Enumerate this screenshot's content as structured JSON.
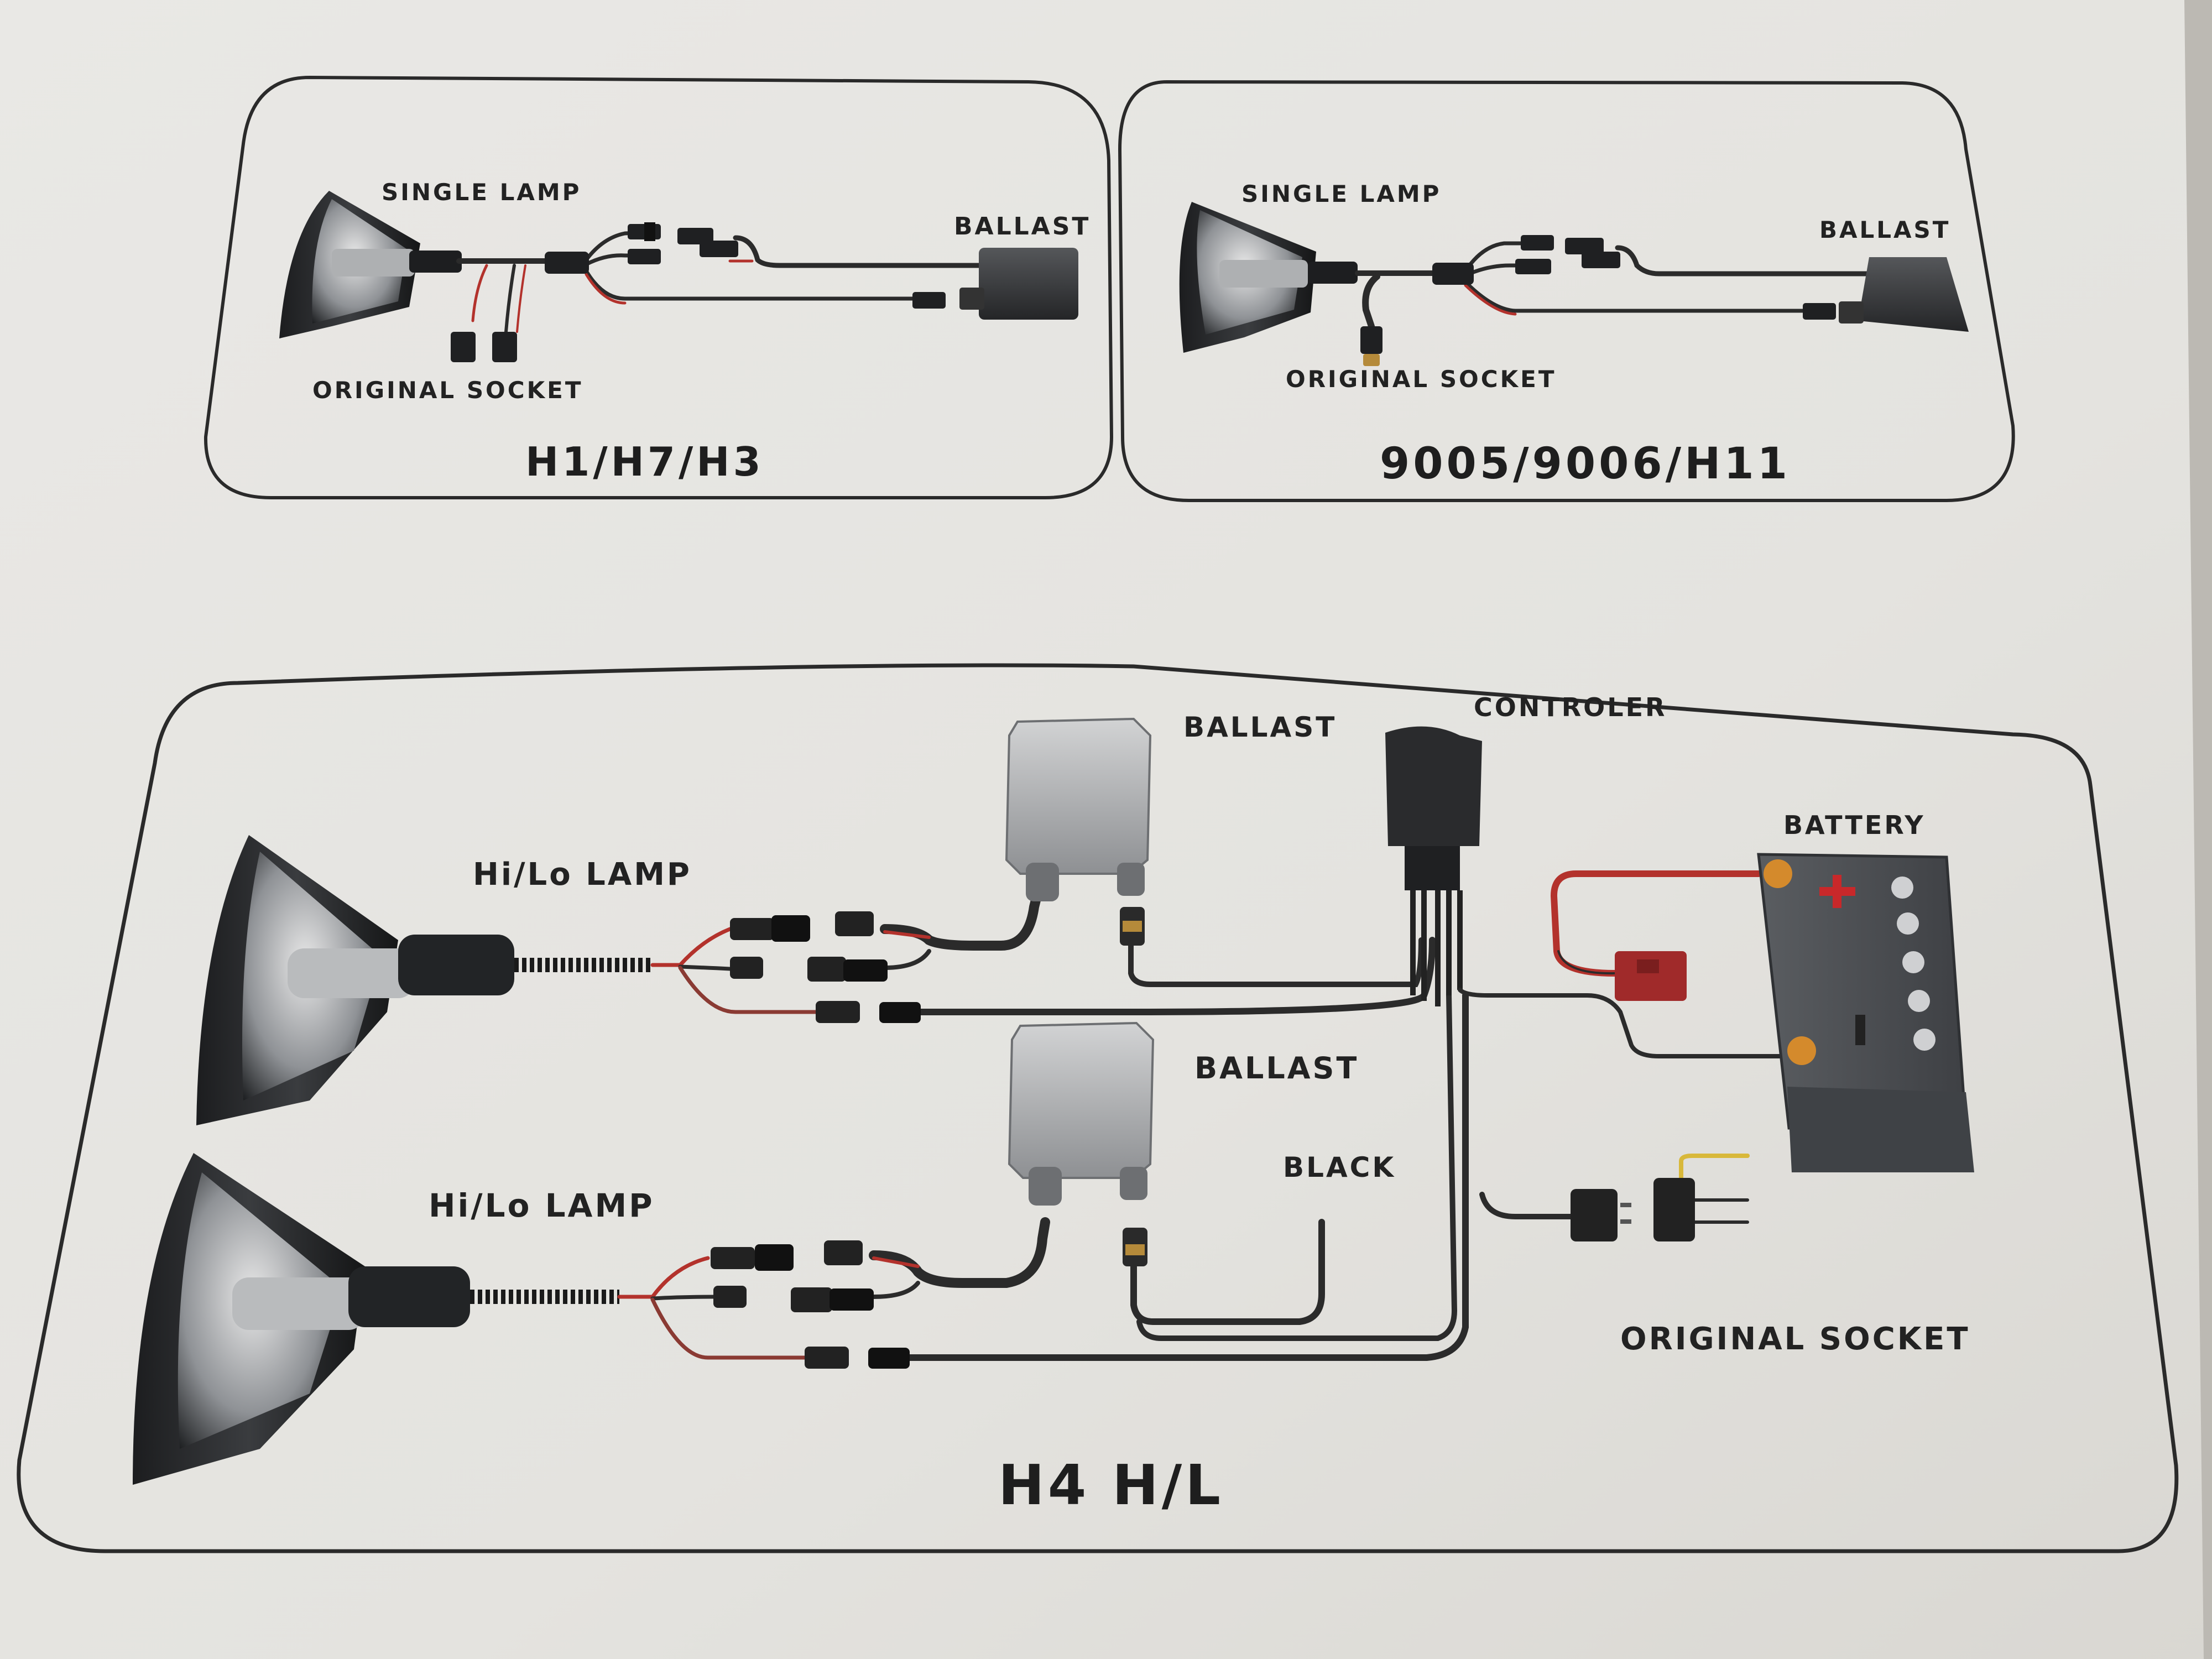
{
  "panels": {
    "top_left": {
      "lamp_label": "SINGLE LAMP",
      "ballast_label": "BALLAST",
      "socket_label": "ORIGINAL SOCKET",
      "title": "H1/H7/H3"
    },
    "top_right": {
      "lamp_label": "SINGLE LAMP",
      "ballast_label": "BALLAST",
      "socket_label": "ORIGINAL SOCKET",
      "title": "9005/9006/H11"
    },
    "bottom": {
      "lamp1_label": "Hi/Lo LAMP",
      "lamp2_label": "Hi/Lo LAMP",
      "ballast1_label": "BALLAST",
      "ballast2_label": "BALLAST",
      "controller_label": "CONTROLER",
      "battery_label": "BATTERY",
      "black_label": "BLACK",
      "socket_label": "ORIGINAL SOCKET",
      "title": "H4 H/L"
    }
  },
  "colors": {
    "paper": "#e6e5e2",
    "outline": "#2a2a2a",
    "wire": "#2b2b2b",
    "red_wire": "#b3322c",
    "fuse": "#a02a2a",
    "battery_body": "#4b4e52",
    "terminal": "#d48a2c",
    "yellow_wire": "#d8b83a"
  }
}
